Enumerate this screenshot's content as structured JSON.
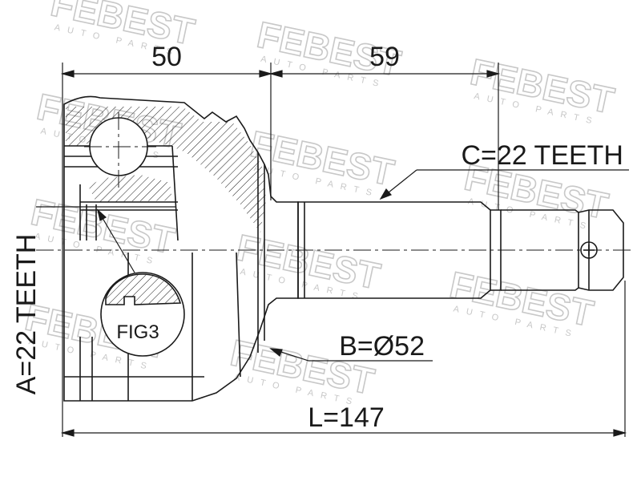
{
  "watermark": {
    "brand": "FEBEST",
    "tagline": "AUTO PARTS"
  },
  "dimensions": {
    "width_1": "50",
    "width_2": "59",
    "length": "L=147"
  },
  "callouts": {
    "spline_c": "C=22 TEETH",
    "spline_a": "A=22 TEETH",
    "diameter_b": "B=Ø52",
    "detail": "FIG3"
  },
  "colors": {
    "line": "#1a1a1a",
    "watermark": "#c8c8c8",
    "background": "#ffffff"
  }
}
